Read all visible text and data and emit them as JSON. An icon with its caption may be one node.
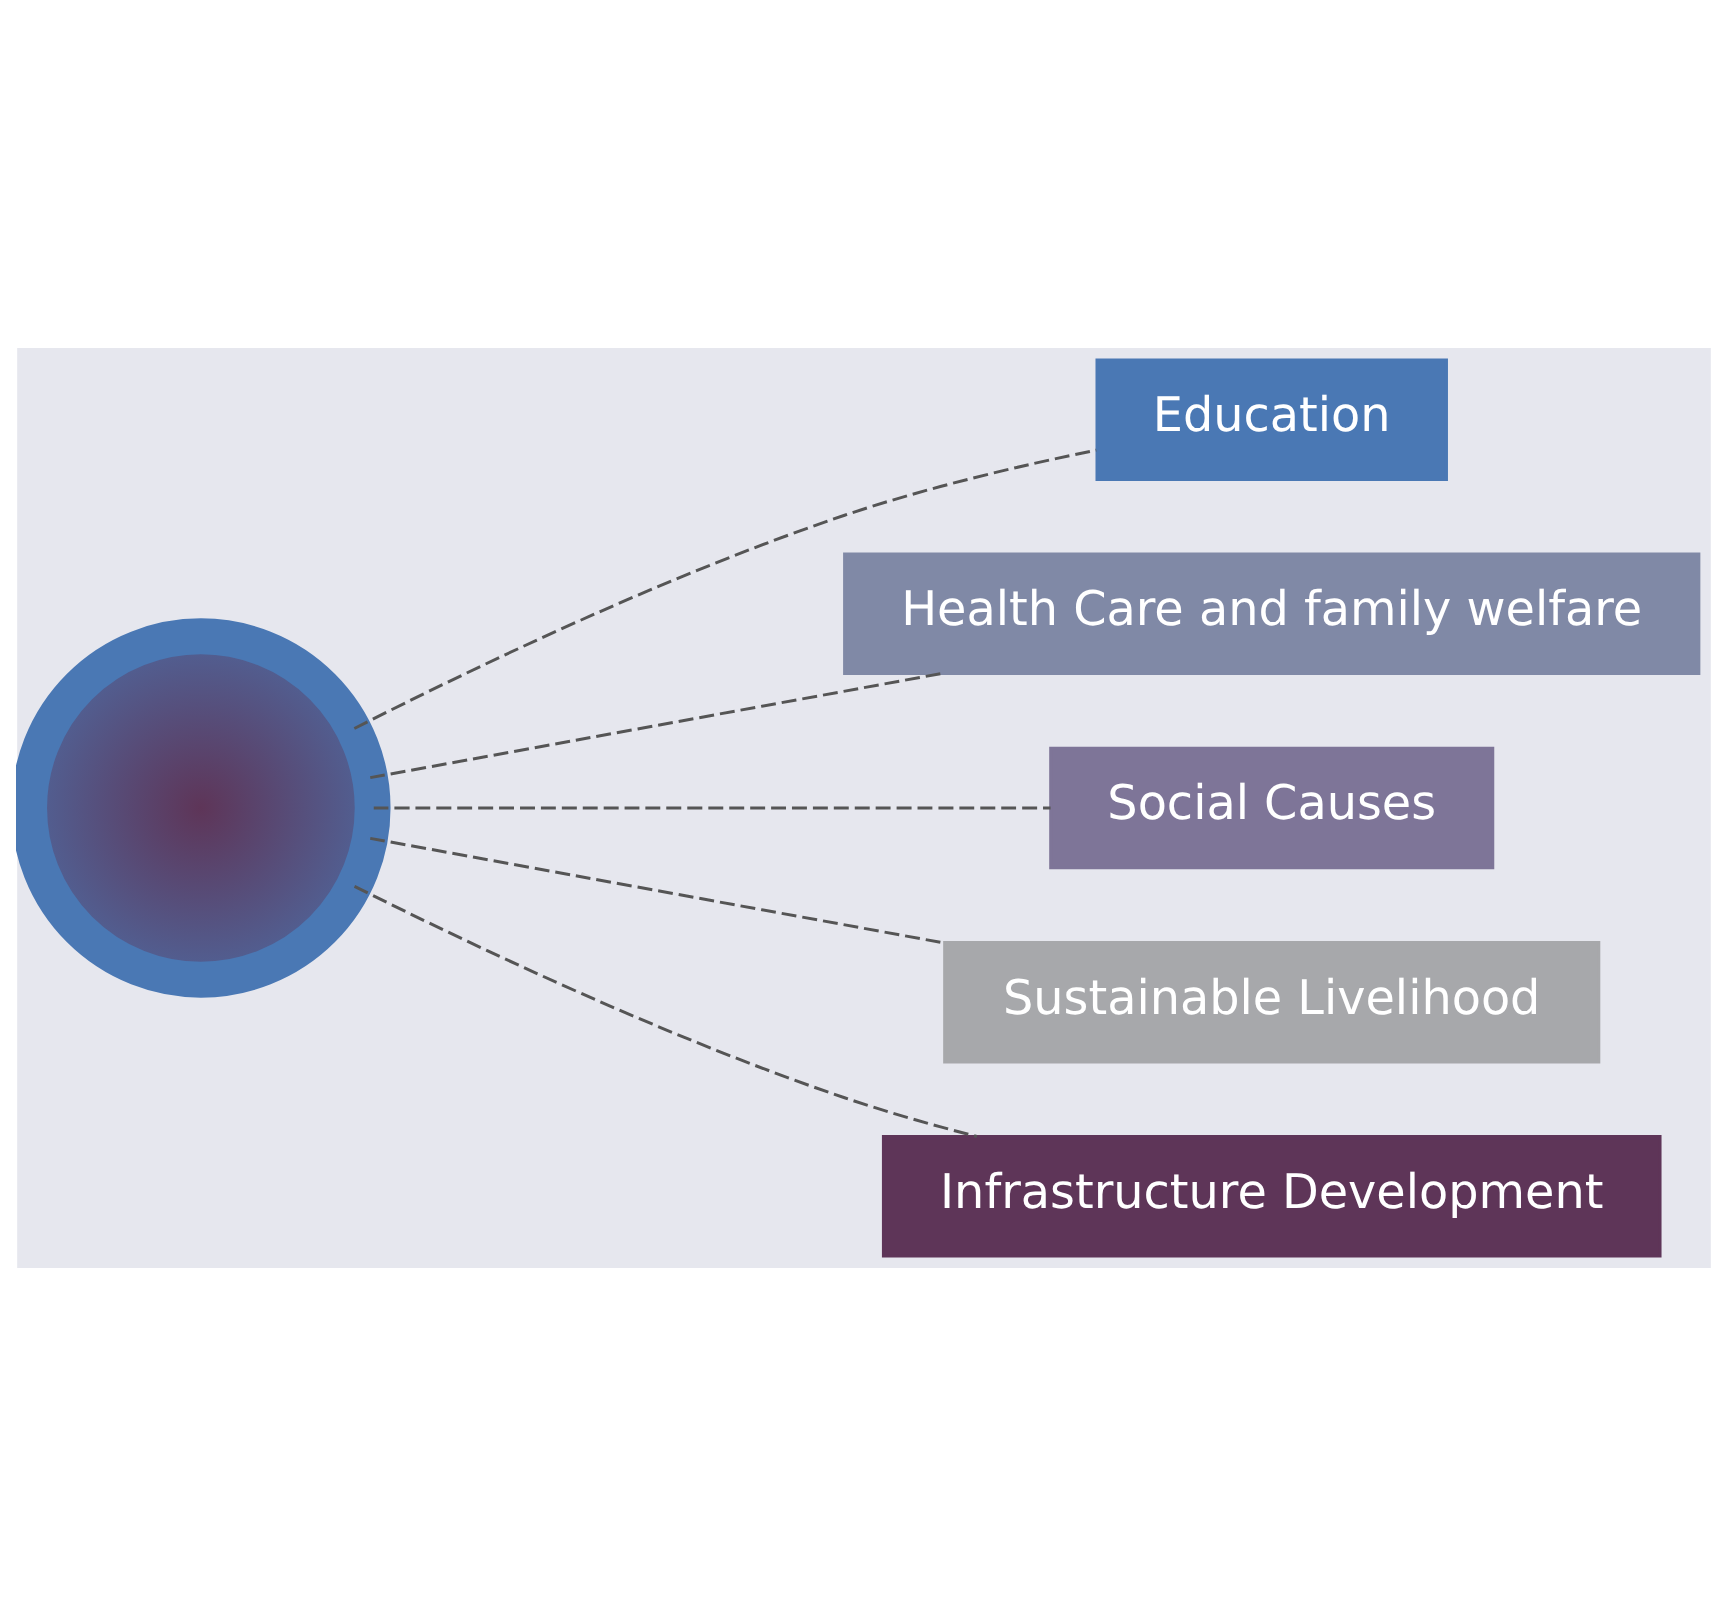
{
  "diagram": {
    "nodes": [
      {
        "text": [],
        "shape": "circle"
      },
      {
        "text": [
          "Education"
        ]
      },
      {
        "text": [
          "Health Care and family welfare"
        ]
      },
      {
        "text": [
          "Social Causes"
        ]
      },
      {
        "text": [
          "Sustainable Livelihood"
        ]
      },
      {
        "text": [
          "Infrastructure Development"
        ]
      }
    ],
    "edges": [
      {
        "from": 0,
        "to": 1,
        "arrow": "none",
        "style": "dashed"
      },
      {
        "from": 0,
        "to": 2,
        "arrow": "none",
        "style": "dashed"
      },
      {
        "from": 0,
        "to": 3,
        "arrow": "none",
        "style": "dashed"
      },
      {
        "from": 0,
        "to": 4,
        "arrow": "none",
        "style": "dashed"
      },
      {
        "from": 0,
        "to": 5,
        "arrow": "none",
        "style": "dashed"
      }
    ]
  }
}
